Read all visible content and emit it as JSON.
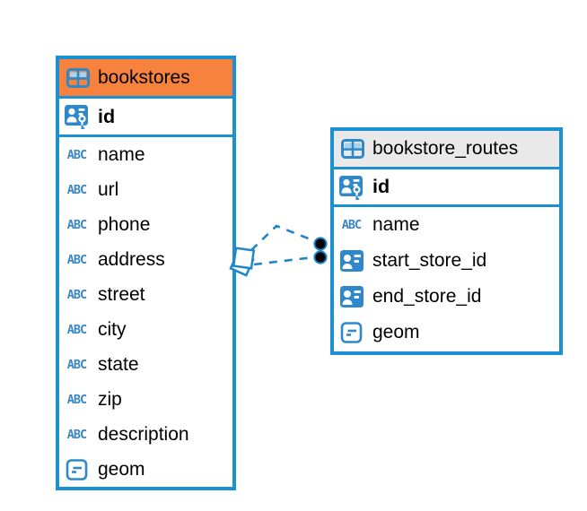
{
  "diagram": {
    "type": "entity-relationship",
    "tables": [
      {
        "name": "bookstores",
        "icon": "table-icon",
        "header_color": "#F6823E",
        "primary_key": {
          "name": "id",
          "icon": "primary-key-icon"
        },
        "columns": [
          {
            "name": "name",
            "type_icon": "text-abc-icon"
          },
          {
            "name": "url",
            "type_icon": "text-abc-icon"
          },
          {
            "name": "phone",
            "type_icon": "text-abc-icon"
          },
          {
            "name": "address",
            "type_icon": "text-abc-icon"
          },
          {
            "name": "street",
            "type_icon": "text-abc-icon"
          },
          {
            "name": "city",
            "type_icon": "text-abc-icon"
          },
          {
            "name": "state",
            "type_icon": "text-abc-icon"
          },
          {
            "name": "zip",
            "type_icon": "text-abc-icon"
          },
          {
            "name": "description",
            "type_icon": "text-abc-icon"
          },
          {
            "name": "geom",
            "type_icon": "geometry-icon"
          }
        ]
      },
      {
        "name": "bookstore_routes",
        "icon": "table-icon",
        "header_color": "#E9E9E9",
        "primary_key": {
          "name": "id",
          "icon": "primary-key-icon"
        },
        "columns": [
          {
            "name": "name",
            "type_icon": "text-abc-icon"
          },
          {
            "name": "start_store_id",
            "type_icon": "person-card-icon"
          },
          {
            "name": "end_store_id",
            "type_icon": "person-card-icon"
          },
          {
            "name": "geom",
            "type_icon": "geometry-icon"
          }
        ]
      }
    ],
    "relationships": [
      {
        "from_table": "bookstores",
        "to_table": "bookstore_routes",
        "line_style": "dashed",
        "from_marker": "diamond",
        "to_marker": "filled-dot"
      },
      {
        "from_table": "bookstores",
        "to_table": "bookstore_routes",
        "line_style": "dashed",
        "from_marker": "diamond",
        "to_marker": "filled-dot"
      }
    ],
    "colors": {
      "table_border": "#1B90D2",
      "bookstores_header": "#F6823E",
      "bookstore_routes_header": "#E9E9E9",
      "icon_blue": "#2F88C9",
      "icon_cell_light_blue": "#A8D2EE",
      "connector_blue": "#1F86C8",
      "dot_fill": "#000000",
      "background": "#FFFFFF"
    }
  }
}
